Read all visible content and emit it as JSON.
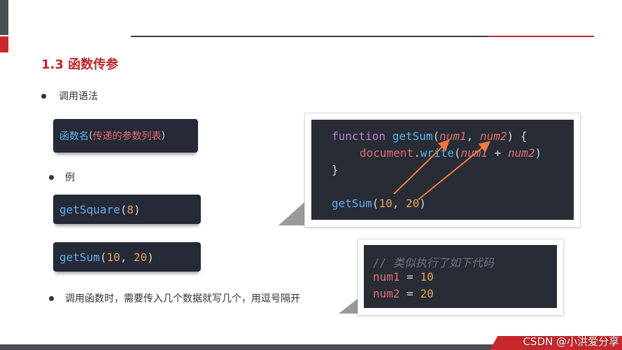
{
  "heading": "1.3 函数传参",
  "bullets": {
    "syntax": "调用语法",
    "example": "例",
    "note": "调用函数时，需要传入几个数据就写几个，用逗号隔开"
  },
  "syntax_pill": {
    "name": "函数名",
    "open": "(",
    "args": "传递的参数列表",
    "close": ")"
  },
  "example1": {
    "fn": "getSquare",
    "open": "(",
    "arg": "8",
    "close": ")"
  },
  "example2": {
    "fn": "getSum",
    "open": "(",
    "arg1": "10",
    "sep": ", ",
    "arg2": "20",
    "close": ")"
  },
  "editor1": {
    "line1": {
      "kw": "function",
      "fn": " getSum",
      "open": "(",
      "p1": "num1",
      "comma": ", ",
      "p2": "num2",
      "close": ") {"
    },
    "line2": {
      "obj": "document",
      "dot": ".",
      "method": "write",
      "open": "(",
      "p1": "num1",
      "plus": " + ",
      "p2": "num2",
      "close": ")"
    },
    "line3": "}",
    "line5": {
      "fn": "getSum",
      "open": "(",
      "a1": "10",
      "comma": ", ",
      "a2": "20",
      "close": ")"
    }
  },
  "editor2": {
    "comment": "// 类似执行了如下代码",
    "line1": {
      "var": "num1",
      "eq": " = ",
      "val": "10"
    },
    "line2": {
      "var": "num2",
      "eq": " = ",
      "val": "20"
    }
  },
  "watermark": "CSDN @小洪爱分享",
  "colors": {
    "accent": "#c8282d",
    "code_bg": "#282c34",
    "arrow": "#f07b3f"
  }
}
